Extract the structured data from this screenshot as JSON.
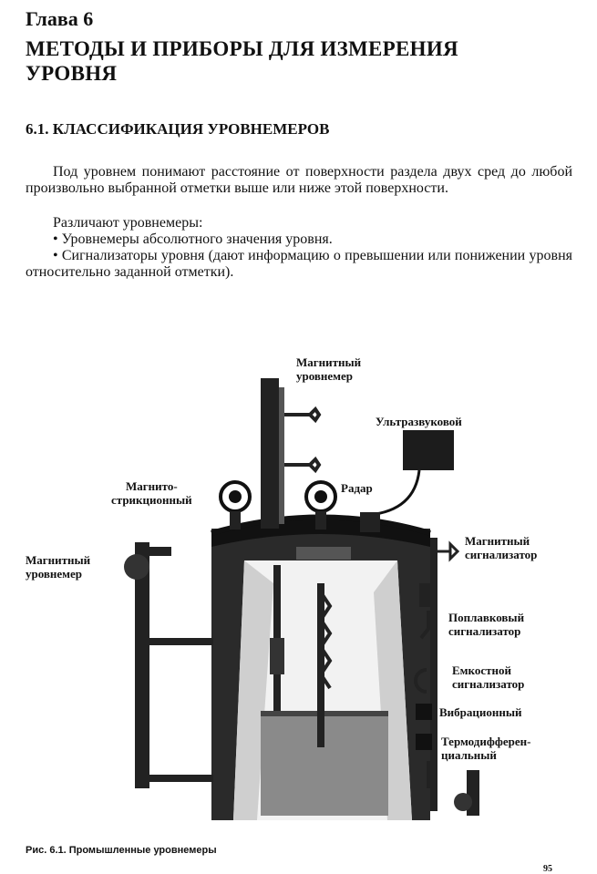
{
  "chapter": "Глава 6",
  "title": "МЕТОДЫ И ПРИБОРЫ ДЛЯ ИЗМЕРЕНИЯ УРОВНЯ",
  "section": "6.1. КЛАССИФИКАЦИЯ УРОВНЕМЕРОВ",
  "paragraphs": {
    "p1": "Под уровнем понимают расстояние от поверхности раздела двух сред до любой произвольно выбранной отметки выше или ниже этой поверхности.",
    "p2": "Различают уровнемеры:",
    "p3": "• Уровнемеры абсолютного значения уровня.",
    "p4": "• Сигнализаторы уровня (дают информацию о превышении или понижении уровня относительно заданной отметки)."
  },
  "figure": {
    "labels": {
      "magnetic_gauge_top_1": "Магнитный",
      "magnetic_gauge_top_2": "уровнемер",
      "ultrasonic": "Ультразвуковой",
      "magnetostrictive_1": "Магнито-",
      "magnetostrictive_2": "стрикционный",
      "radar": "Радар",
      "magnetic_gauge_left_1": "Магнитный",
      "magnetic_gauge_left_2": "уровнемер",
      "magnetic_switch_1": "Магнитный",
      "magnetic_switch_2": "сигнализатор",
      "float_switch_1": "Поплавковый",
      "float_switch_2": "сигнализатор",
      "capacitive_1": "Емкостной",
      "capacitive_2": "сигнализатор",
      "vibration": "Вибрационный",
      "thermal_1": "Термодифферен-",
      "thermal_2": "циальный"
    },
    "caption": "Рис. 6.1. Промышленные уровнемеры"
  },
  "page_number": "95"
}
